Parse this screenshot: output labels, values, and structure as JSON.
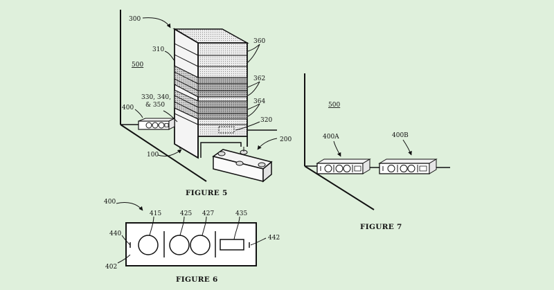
{
  "figure5": {
    "caption": "FIGURE 5",
    "labels": {
      "l300": "300",
      "l310": "310",
      "l360": "360",
      "l362": "362",
      "l364": "364",
      "l320": "320",
      "l500": "500",
      "l330a": "330, 340,",
      "l330b": "& 350",
      "l400": "400",
      "l200": "200",
      "l100": "100"
    }
  },
  "figure6": {
    "caption": "FIGURE 6",
    "labels": {
      "l400": "400",
      "l415": "415",
      "l425": "425",
      "l427": "427",
      "l435": "435",
      "l440": "440",
      "l442": "442",
      "l402": "402"
    }
  },
  "figure7": {
    "caption": "FIGURE 7",
    "labels": {
      "l500": "500",
      "l400A": "400A",
      "l400B": "400B"
    }
  }
}
